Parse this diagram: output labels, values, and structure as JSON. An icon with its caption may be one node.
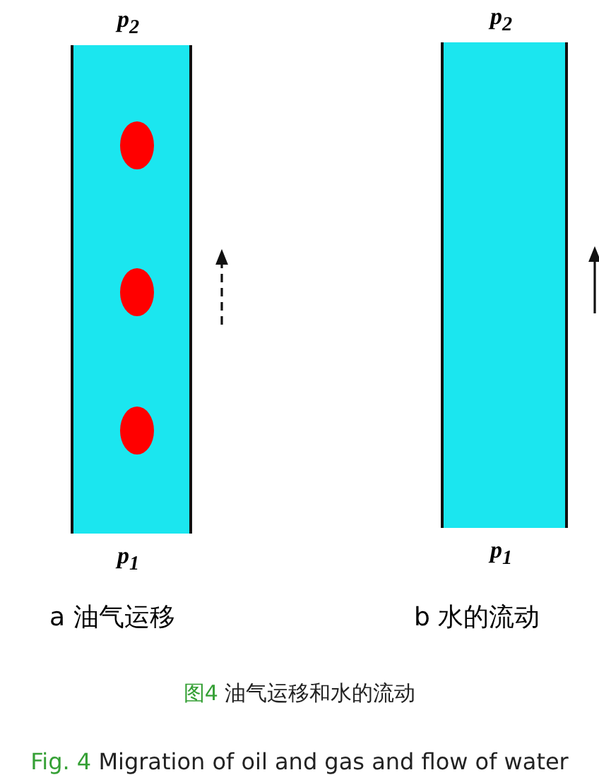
{
  "diagram": {
    "nodes": [
      {
        "text": [
          "p$_{2}$",
          "p$_{1}$"
        ],
        "beside": [
          "a 油气运移"
        ]
      },
      {
        "text": [],
        "shape": "circle",
        "in": 0
      },
      {
        "text": [],
        "shape": "circle",
        "in": 0
      },
      {
        "text": [],
        "shape": "circle",
        "in": 0
      },
      {
        "text": [
          "p$_{2}$",
          "p$_{1}$"
        ],
        "beside": [
          "b 水的流动"
        ]
      }
    ],
    "labels": [
      "图4 油气运移和水的流动",
      "Fig. 4 Migration of oil and gas and flow of water"
    ]
  }
}
